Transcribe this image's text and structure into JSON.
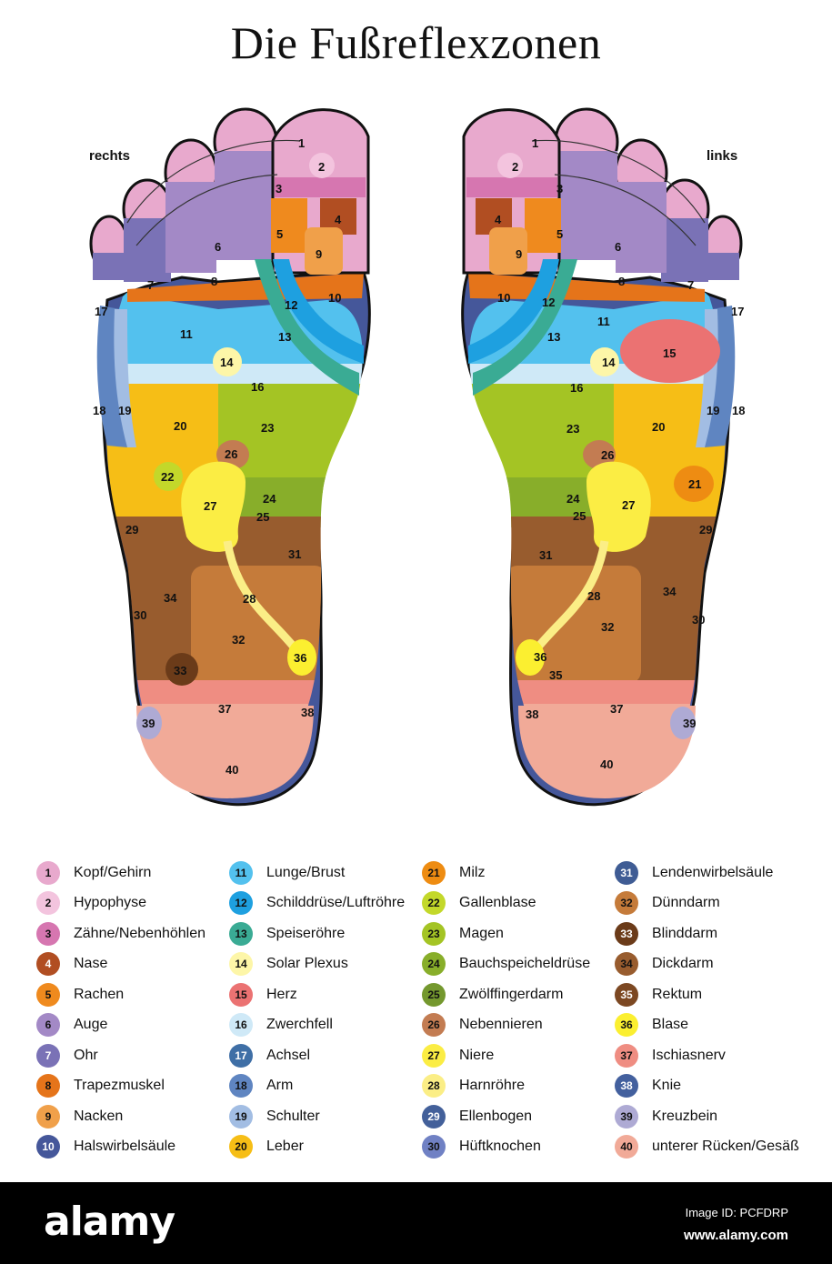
{
  "title": "Die Fußreflexzonen",
  "labels": {
    "right_foot": "rechts",
    "left_foot": "links"
  },
  "legend": [
    {
      "num": "1",
      "label": "Kopf/Gehirn",
      "color": "#e8a9cd"
    },
    {
      "num": "2",
      "label": "Hypophyse",
      "color": "#f3c4de"
    },
    {
      "num": "3",
      "label": "Zähne/Nebenhöhlen",
      "color": "#d676b0"
    },
    {
      "num": "4",
      "label": "Nase",
      "color": "#b14e22"
    },
    {
      "num": "5",
      "label": "Rachen",
      "color": "#ef8a1e"
    },
    {
      "num": "6",
      "label": "Auge",
      "color": "#a389c6"
    },
    {
      "num": "7",
      "label": "Ohr",
      "color": "#7a72b6"
    },
    {
      "num": "8",
      "label": "Trapezmuskel",
      "color": "#e5741a"
    },
    {
      "num": "9",
      "label": "Nacken",
      "color": "#f0a04a"
    },
    {
      "num": "10",
      "label": "Halswirbelsäule",
      "color": "#45579a"
    },
    {
      "num": "11",
      "label": "Lunge/Brust",
      "color": "#53c1ee"
    },
    {
      "num": "12",
      "label": "Schilddrüse/Luftröhre",
      "color": "#1ea0e0"
    },
    {
      "num": "13",
      "label": "Speiseröhre",
      "color": "#3aab94"
    },
    {
      "num": "14",
      "label": "Solar Plexus",
      "color": "#fdf6a8"
    },
    {
      "num": "15",
      "label": "Herz",
      "color": "#eb7272"
    },
    {
      "num": "16",
      "label": "Zwerchfell",
      "color": "#cfe9f7"
    },
    {
      "num": "17",
      "label": "Achsel",
      "color": "#3f6fa6"
    },
    {
      "num": "18",
      "label": "Arm",
      "color": "#5f85c1"
    },
    {
      "num": "19",
      "label": "Schulter",
      "color": "#a2bde3"
    },
    {
      "num": "20",
      "label": "Leber",
      "color": "#f6be16"
    },
    {
      "num": "21",
      "label": "Milz",
      "color": "#ee8c12"
    },
    {
      "num": "22",
      "label": "Gallenblase",
      "color": "#c3d82a"
    },
    {
      "num": "23",
      "label": "Magen",
      "color": "#a4c424"
    },
    {
      "num": "24",
      "label": "Bauchspeicheldrüse",
      "color": "#88ae2a"
    },
    {
      "num": "25",
      "label": "Zwölffingerdarm",
      "color": "#74982e"
    },
    {
      "num": "26",
      "label": "Nebennieren",
      "color": "#c37c52"
    },
    {
      "num": "27",
      "label": "Niere",
      "color": "#fbed44"
    },
    {
      "num": "28",
      "label": "Harnröhre",
      "color": "#fbee86"
    },
    {
      "num": "29",
      "label": "Ellenbogen",
      "color": "#43609a"
    },
    {
      "num": "30",
      "label": "Hüftknochen",
      "color": "#7081c4"
    },
    {
      "num": "31",
      "label": "Lendenwirbelsäule",
      "color": "#3f5c94"
    },
    {
      "num": "32",
      "label": "Dünndarm",
      "color": "#c57b3a"
    },
    {
      "num": "33",
      "label": "Blinddarm",
      "color": "#6b3b19"
    },
    {
      "num": "34",
      "label": "Dickdarm",
      "color": "#985c2e"
    },
    {
      "num": "35",
      "label": "Rektum",
      "color": "#7c4822"
    },
    {
      "num": "36",
      "label": "Blase",
      "color": "#fbef30"
    },
    {
      "num": "37",
      "label": "Ischiasnerv",
      "color": "#ef8d82"
    },
    {
      "num": "38",
      "label": "Knie",
      "color": "#43609e"
    },
    {
      "num": "39",
      "label": "Kreuzbein",
      "color": "#aeaad4"
    },
    {
      "num": "40",
      "label": "unterer Rücken/Gesäß",
      "color": "#f1aa98"
    }
  ],
  "footer": {
    "brand": "alamy",
    "image_id": "Image ID: PCFDRP",
    "site": "www.alamy.com"
  }
}
